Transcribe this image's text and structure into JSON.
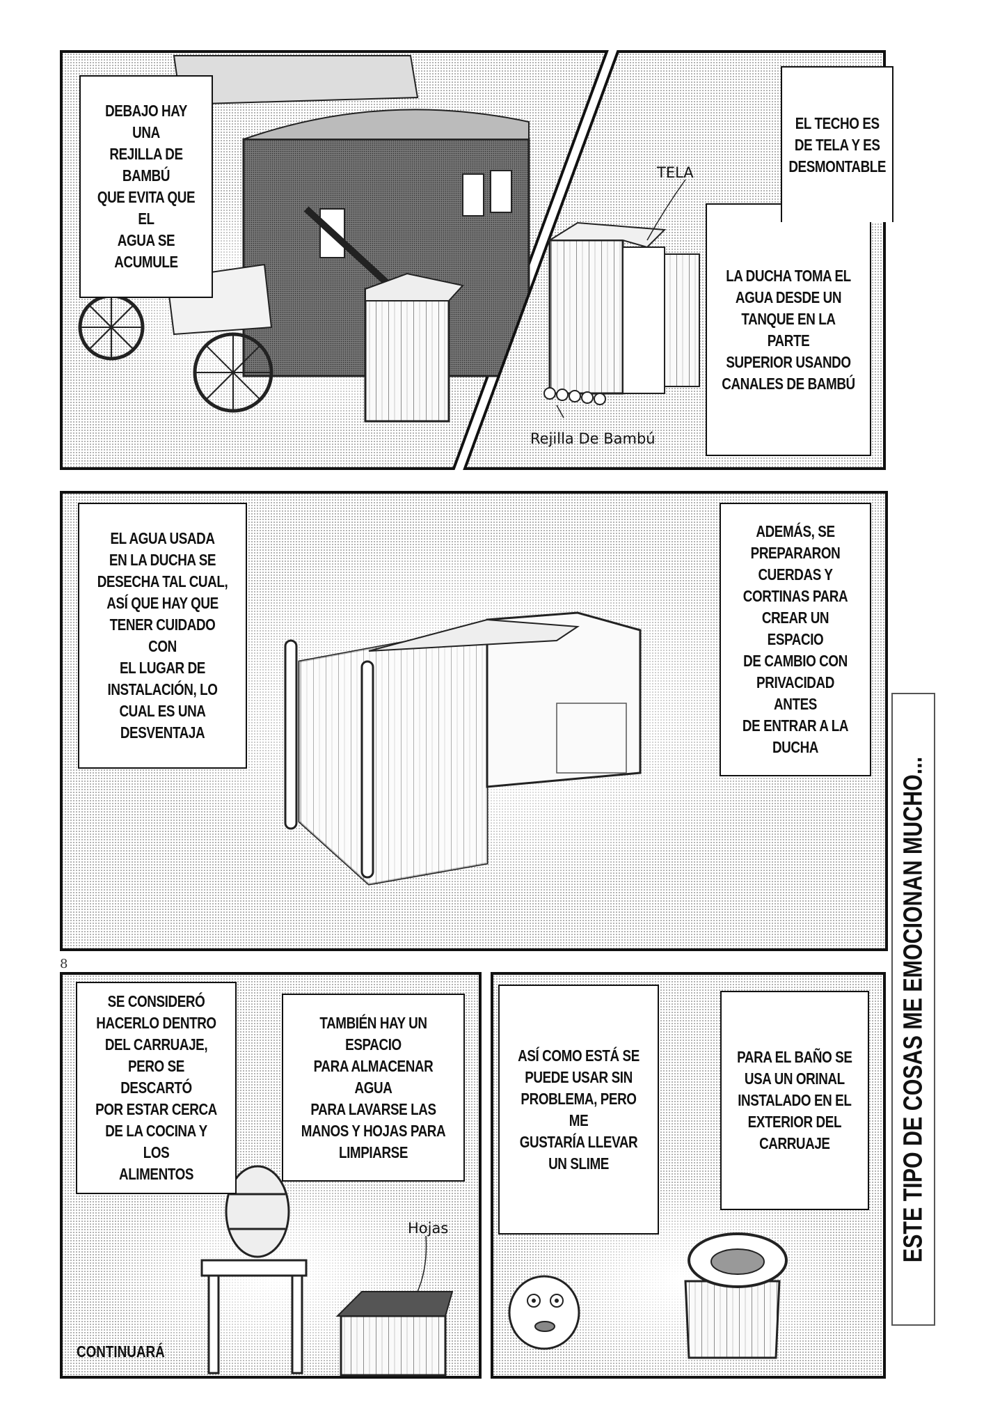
{
  "page_number": "8",
  "panel1": {
    "caption": "DEBAJO HAY UNA\nREJILLA DE BAMBÚ\nQUE EVITA QUE EL\nAGUA SE ACUMULE"
  },
  "panel2": {
    "caption_roof": "EL TECHO ES\nDE TELA Y ES\nDESMONTABLE",
    "caption_shower": "LA DUCHA TOMA EL\nAGUA DESDE UN\nTANQUE EN LA PARTE\nSUPERIOR USANDO\nCANALES DE BAMBÚ",
    "label_cloth": "TELA",
    "label_grate": "Rejilla De Bambú"
  },
  "panel3": {
    "caption_left": "EL AGUA USADA\nEN LA DUCHA SE\nDESECHA TAL CUAL,\nASÍ QUE HAY QUE\nTENER CUIDADO CON\nEL LUGAR DE\nINSTALACIÓN, LO\nCUAL ES UNA\nDESVENTAJA",
    "caption_right": "ADEMÁS, SE\nPREPARARON\nCUERDAS Y\nCORTINAS PARA\nCREAR UN ESPACIO\nDE CAMBIO CON\nPRIVACIDAD ANTES\nDE ENTRAR A LA\nDUCHA"
  },
  "panel4": {
    "caption_1": "SE CONSIDERÓ\nHACERLO DENTRO\nDEL CARRUAJE,\nPERO SE DESCARTÓ\nPOR ESTAR CERCA\nDE LA COCINA Y LOS\nALIMENTOS",
    "caption_2": "TAMBIÉN HAY UN ESPACIO\nPARA ALMACENAR AGUA\nPARA LAVARSE LAS\nMANOS Y HOJAS PARA\nLIMPIARSE",
    "label_leaves": "Hojas",
    "continued": "CONTINUARÁ"
  },
  "panel5": {
    "caption_1": "ASÍ COMO ESTÁ SE\nPUEDE USAR SIN\nPROBLEMA, PERO ME\nGUSTARÍA LLEVAR\nUN SLIME",
    "caption_2": "PARA EL BAÑO SE\nUSA UN ORINAL\nINSTALADO EN EL\nEXTERIOR DEL\nCARRUAJE"
  },
  "side_caption": "ESTE TIPO DE COSAS ME EMOCIONAN MUCHO..."
}
